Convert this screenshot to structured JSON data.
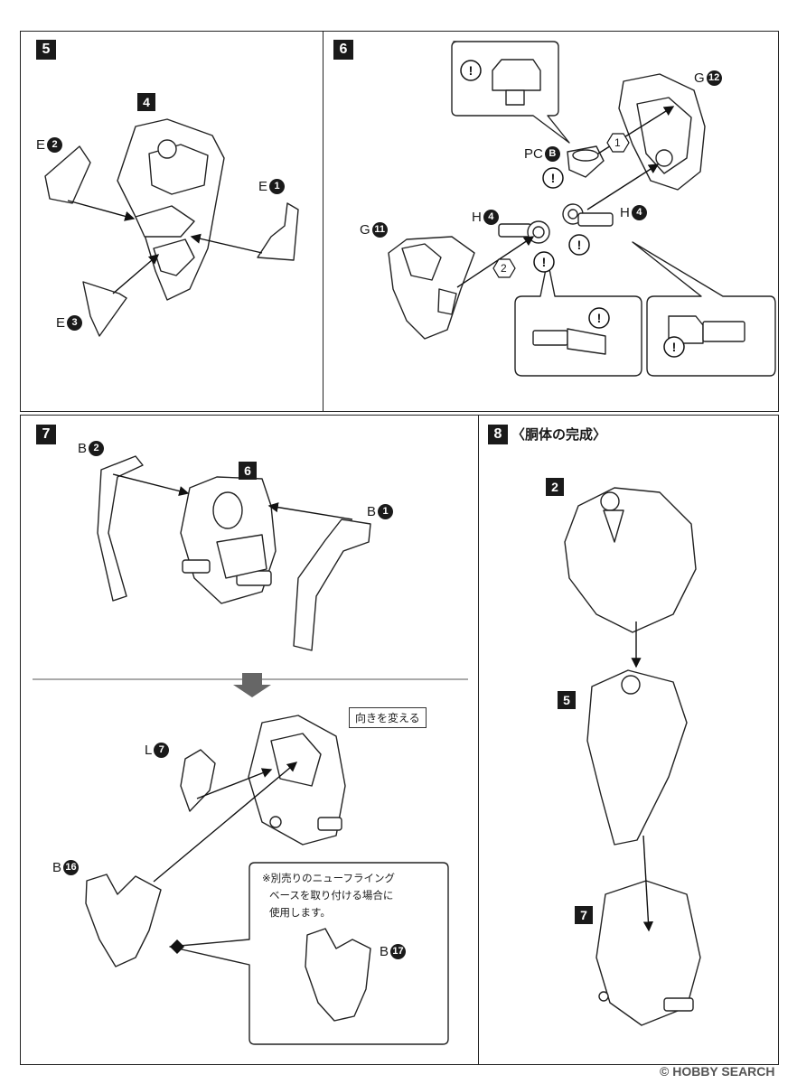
{
  "steps": {
    "s5": {
      "num": "5",
      "main_part": "4",
      "parts": [
        {
          "letter": "E",
          "num": "2"
        },
        {
          "letter": "E",
          "num": "1"
        },
        {
          "letter": "E",
          "num": "3"
        }
      ]
    },
    "s6": {
      "num": "6",
      "parts": {
        "g12": {
          "letter": "G",
          "num": "12"
        },
        "pcb": {
          "letter": "PC",
          "num": "B"
        },
        "h4a": {
          "letter": "H",
          "num": "4"
        },
        "h4b": {
          "letter": "H",
          "num": "4"
        },
        "g11": {
          "letter": "G",
          "num": "11"
        }
      },
      "order": [
        "1",
        "2"
      ]
    },
    "s7": {
      "num": "7",
      "main_part": "6",
      "parts": {
        "b2": {
          "letter": "B",
          "num": "2"
        },
        "b1": {
          "letter": "B",
          "num": "1"
        },
        "l7": {
          "letter": "L",
          "num": "7"
        },
        "b16": {
          "letter": "B",
          "num": "16"
        },
        "b17": {
          "letter": "B",
          "num": "17"
        }
      },
      "turn_label": "向きを変える",
      "note_lines": [
        "※別売りのニューフライング",
        "ベースを取り付ける場合に",
        "使用します。"
      ]
    },
    "s8": {
      "num": "8",
      "title": "〈胴体の完成〉",
      "subs": [
        "2",
        "5",
        "7"
      ]
    }
  },
  "watermark": "© HOBBY SEARCH",
  "warning_glyph": "!"
}
